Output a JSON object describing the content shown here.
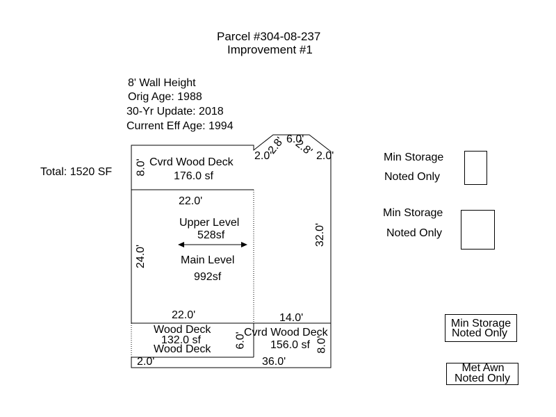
{
  "header": {
    "parcel": "Parcel #304-08-237",
    "improvement": "Improvement #1"
  },
  "info": {
    "wall_height": "8' Wall Height",
    "orig_age": "Orig Age: 1988",
    "update": "30-Yr Update: 2018",
    "eff_age": "Current Eff Age: 1994"
  },
  "total": "Total: 1520 SF",
  "areas": {
    "cvrd_deck_top": {
      "name": "Cvrd Wood Deck",
      "size": "176.0 sf"
    },
    "upper_level": {
      "name": "Upper Level",
      "size": "528sf"
    },
    "main_level": {
      "name": "Main Level",
      "size": "992sf"
    },
    "wood_deck": {
      "name": "Wood Deck",
      "size": "132.0 sf",
      "name2": "Wood Deck"
    },
    "cvrd_deck_bottom": {
      "name": "Cvrd Wood Deck",
      "size": "156.0 sf"
    }
  },
  "dimensions": {
    "d_8_0_left": "8.0'",
    "d_22_0_top": "22.0'",
    "d_24_0": "24.0'",
    "d_22_0_bottom": "22.0'",
    "d_2_0_left": "2.0'",
    "d_2_8_left": "2.8'",
    "d_6_0_top": "6.0'",
    "d_2_8_right": "2.8'",
    "d_2_0_right": "2.0'",
    "d_32_0": "32.0'",
    "d_14_0": "14.0'",
    "d_6_0_deck": "6.0'",
    "d_8_0_right": "8.0'",
    "d_2_0_bottom": "2.0'",
    "d_36_0": "36.0'"
  },
  "outbuildings": [
    {
      "name": "Min Storage",
      "note": "Noted Only"
    },
    {
      "name": "Min Storage",
      "note": "Noted Only"
    },
    {
      "name": "Min Storage",
      "note": "Noted Only"
    },
    {
      "name": "Met Awn",
      "note": "Noted Only"
    }
  ]
}
